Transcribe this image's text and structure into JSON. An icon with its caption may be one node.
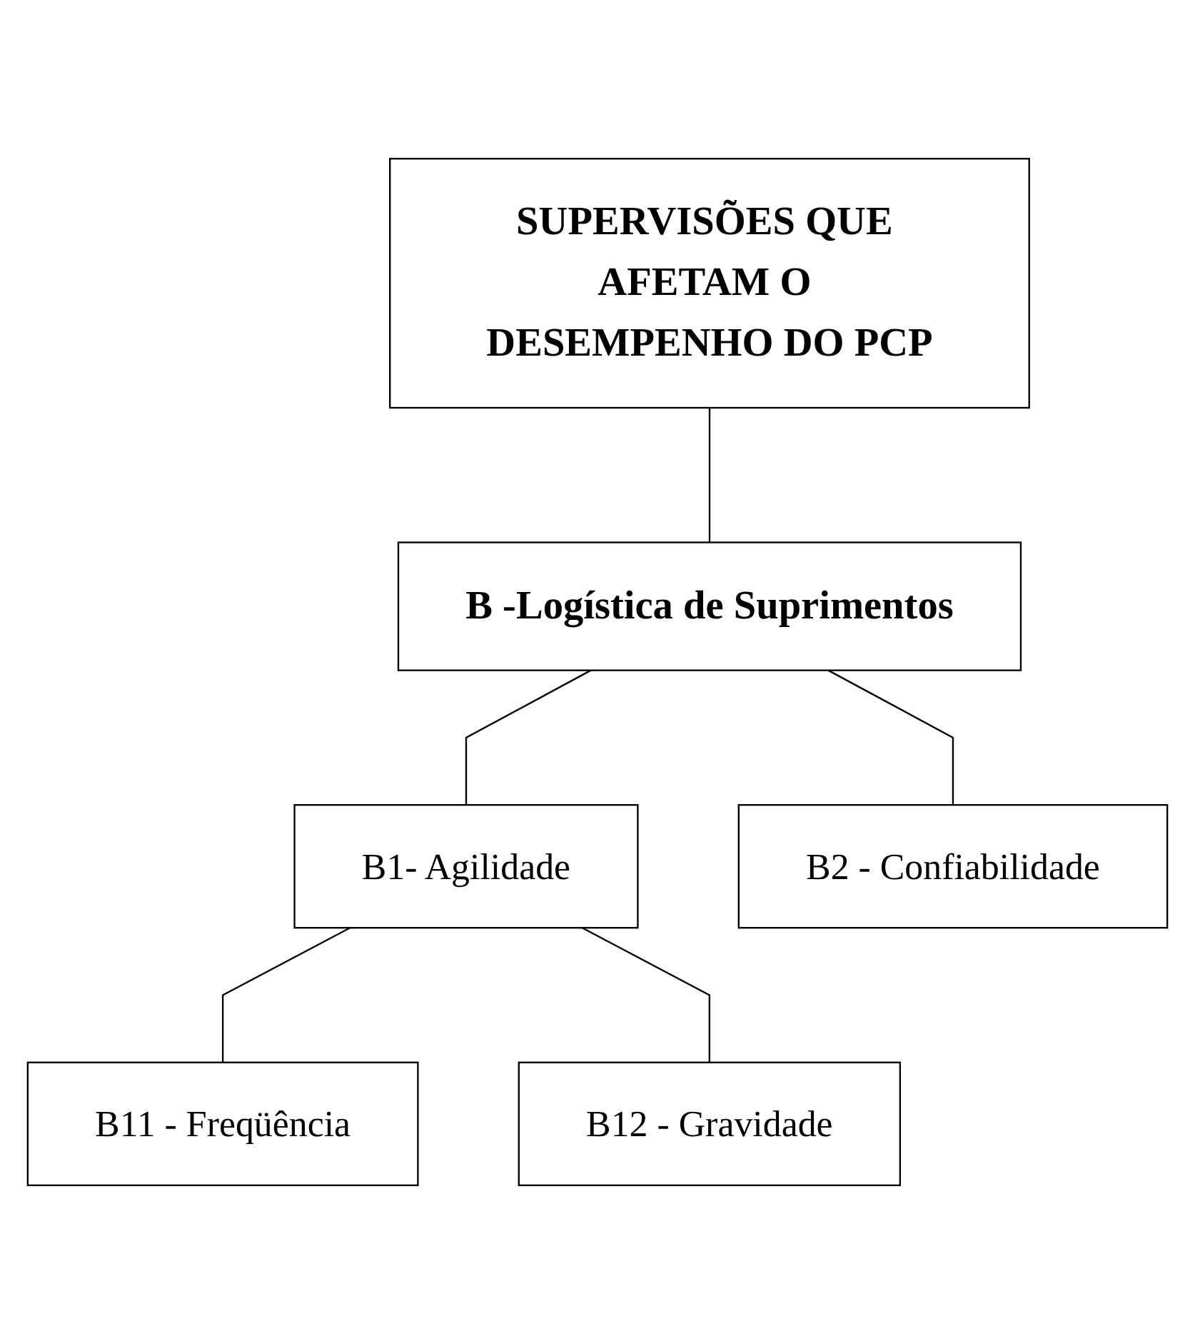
{
  "diagram": {
    "nodes": [
      {
        "text": [
          "SUPERVISÕES QUE AFETAM O DESEMPENHO DO PCP"
        ]
      },
      {
        "text": [
          "B -Logística de Suprimentos"
        ]
      },
      {
        "text": [
          "B1- Agilidade"
        ]
      },
      {
        "text": [
          "B2 - Confiabilidade"
        ]
      },
      {
        "text": [
          "B11 - Freqüência"
        ]
      },
      {
        "text": [
          "B12 - Gravidade"
        ]
      }
    ],
    "edges": [
      {
        "from": 0,
        "to": 1,
        "arrow": "none"
      },
      {
        "from": 1,
        "to": 2,
        "arrow": "none"
      },
      {
        "from": 1,
        "to": 3,
        "arrow": "none"
      },
      {
        "from": 2,
        "to": 4,
        "arrow": "none"
      },
      {
        "from": 2,
        "to": 5,
        "arrow": "none"
      }
    ]
  }
}
